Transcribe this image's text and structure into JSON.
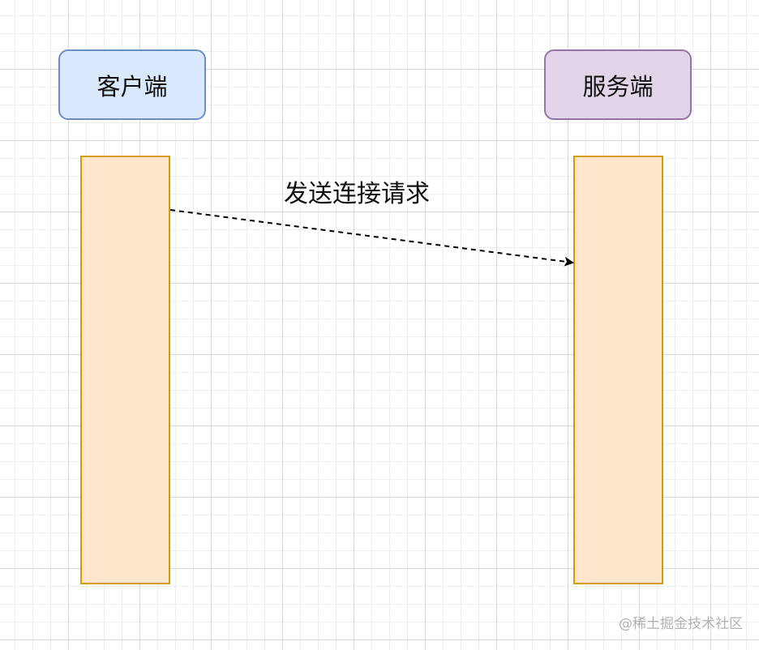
{
  "diagram": {
    "type": "sequence",
    "participants": [
      {
        "id": "client",
        "label": "客户端",
        "fill": "#dae8fc",
        "stroke": "#6c8ebf"
      },
      {
        "id": "server",
        "label": "服务端",
        "fill": "#e1d5e7",
        "stroke": "#9673a6"
      }
    ],
    "activation_color": {
      "fill": "#ffe6cc",
      "stroke": "#d79b00"
    },
    "messages": [
      {
        "from": "client",
        "to": "server",
        "label": "发送连接请求",
        "style": "dashed"
      }
    ]
  },
  "watermark": "@稀土掘金技术社区"
}
